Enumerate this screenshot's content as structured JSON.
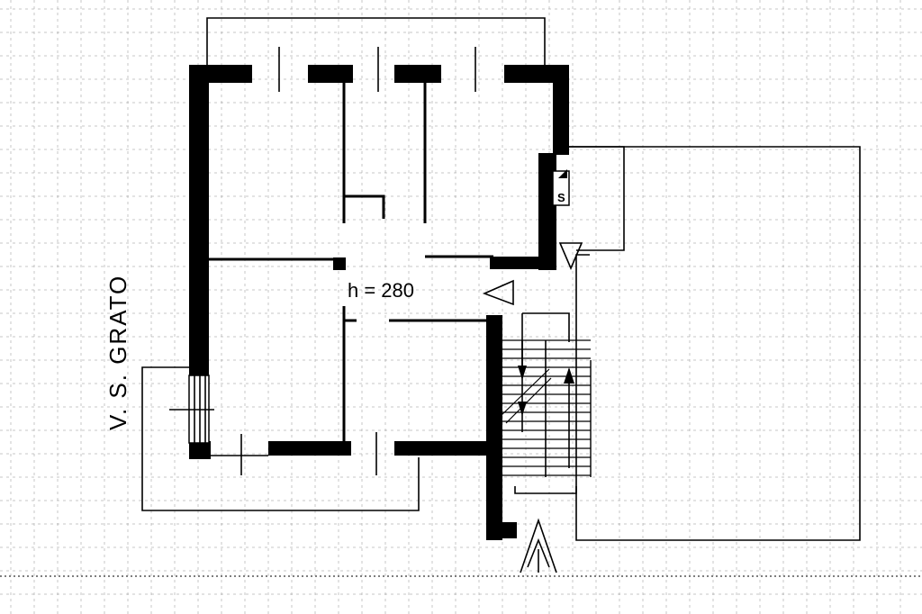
{
  "plan": {
    "height_label": "h = 280",
    "street_label": "V.  S. GRATO",
    "stair_mark": "S"
  },
  "colors": {
    "ink": "#000000",
    "grid": "#9a9a9a",
    "paper": "#ffffff"
  }
}
